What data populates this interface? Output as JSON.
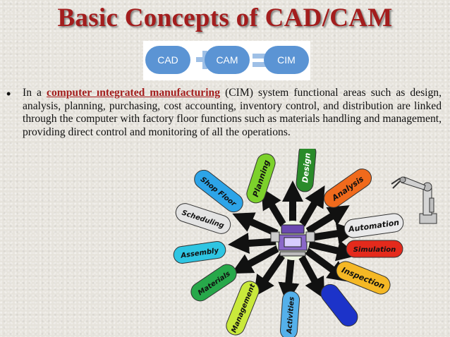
{
  "title": "Basic Concepts of CAD/CAM",
  "equation": {
    "a": "CAD",
    "b": "CAM",
    "c": "CIM"
  },
  "bullet": {
    "symbol": "•",
    "prefix": "In a ",
    "keyword": "computer ıntegrated manufacturing",
    "body": " (CIM) system functional areas such as design, analysis, planning, purchasing, cost accounting, inventory control, and distribution are linked through the computer with factory floor functions such as materials handling and management, providing direct control and monitoring of all the operations."
  },
  "diagram": {
    "labels": {
      "planning": "Planning",
      "design": "Design",
      "analysis": "Analysis",
      "automation": "Automation",
      "simulation": "Simulation",
      "inspection": "Inspection",
      "activities": "Activities",
      "management": "Management",
      "materials": "Materials",
      "assembly": "Assembly",
      "scheduling": "Scheduling",
      "shop_floor": "Shop Floor"
    }
  },
  "colors": {
    "title": "#a31d1d",
    "equation_pill": "#5b94d4",
    "equation_operator": "#9fc0e6",
    "planning": "#7cd12b",
    "design": "#2a8b2a",
    "analysis": "#f06a1c",
    "automation": "#e9e9ea",
    "simulation": "#e42a1c",
    "inspection": "#f5b825",
    "blue_wedge": "#1c33c9",
    "activities": "#54b0ea",
    "management": "#c9e93b",
    "materials": "#27a84a",
    "assembly": "#2ec5e2",
    "scheduling": "#e3e3e3",
    "shop_floor": "#2da4e8"
  }
}
